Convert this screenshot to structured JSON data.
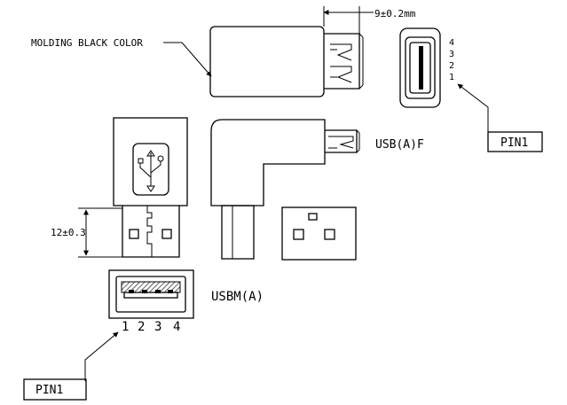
{
  "labels": {
    "molding": "MOLDING BLACK COLOR",
    "dim_top": "9±0.2mm",
    "dim_left": "12±0.3",
    "usb_af": "USB(A)F",
    "usb_am": "USBM(A)",
    "pin_box_top": "PIN1",
    "pin_box_bottom": "PIN1",
    "pins_right": [
      "4",
      "3",
      "2",
      "1"
    ],
    "pins_bottom": [
      "1",
      "2",
      "3",
      "4"
    ]
  }
}
